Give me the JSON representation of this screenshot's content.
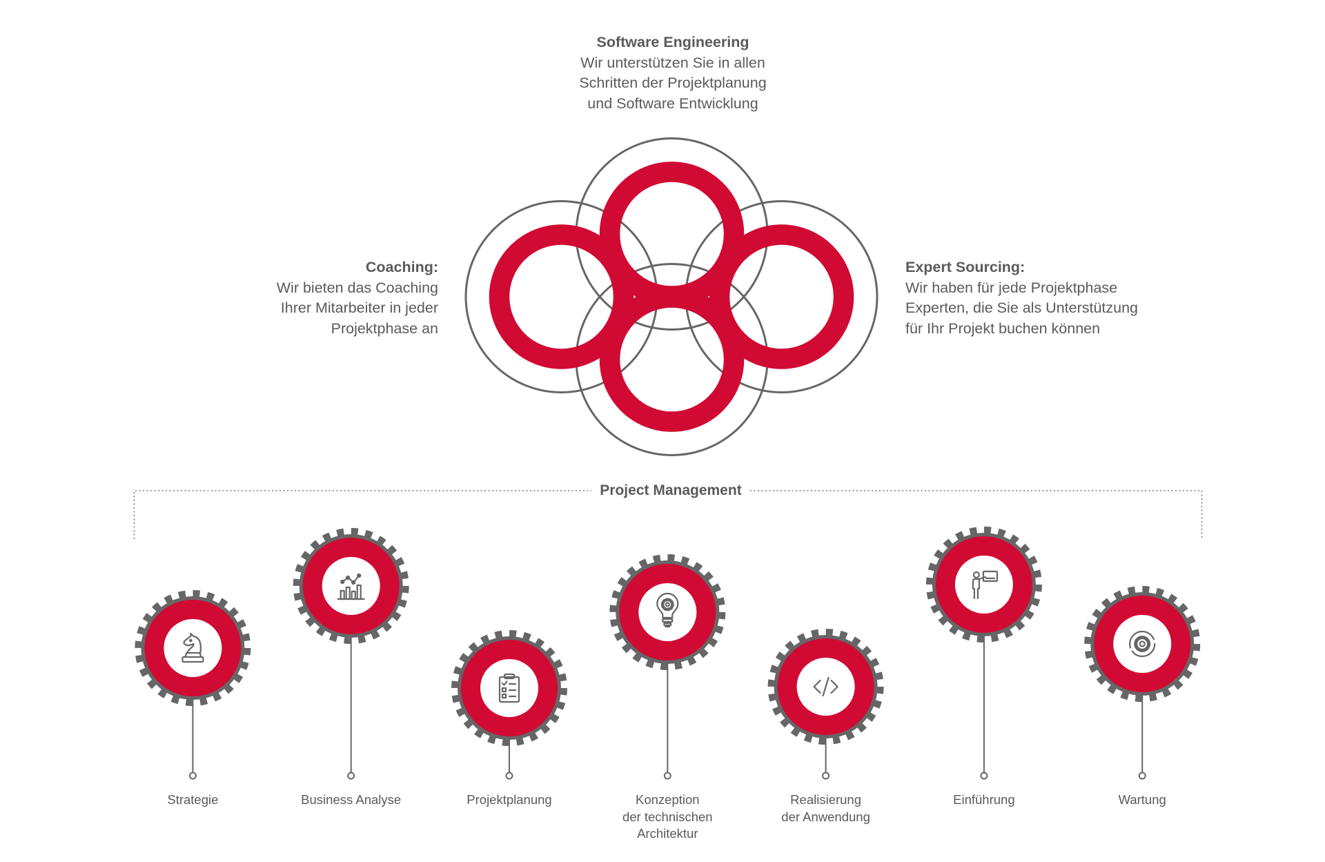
{
  "top_section": {
    "title": "Software Engineering",
    "lines": [
      "Wir unterstützen Sie in allen",
      "Schritten der Projektplanung",
      "und Software Entwicklung"
    ]
  },
  "left_section": {
    "title": "Coaching:",
    "lines": [
      "Wir bieten das Coaching",
      "Ihrer Mitarbeiter in jeder",
      "Projektphase an"
    ]
  },
  "right_section": {
    "title": "Expert Sourcing:",
    "lines": [
      "Wir haben für jede Projektphase",
      "Experten, die Sie als Unterstützung",
      "für Ihr Projekt buchen können"
    ]
  },
  "project_management": {
    "label": "Project Management"
  },
  "phases": [
    {
      "lines": [
        "Strategie"
      ],
      "icon": "chess-knight-icon"
    },
    {
      "lines": [
        "Business Analyse"
      ],
      "icon": "bar-chart-icon"
    },
    {
      "lines": [
        "Projektplanung"
      ],
      "icon": "clipboard-checklist-icon"
    },
    {
      "lines": [
        "Konzeption",
        "der technischen",
        "Architektur"
      ],
      "icon": "lightbulb-gear-icon"
    },
    {
      "lines": [
        "Realisierung",
        "der Anwendung"
      ],
      "icon": "code-icon"
    },
    {
      "lines": [
        "Einführung"
      ],
      "icon": "presenter-board-icon"
    },
    {
      "lines": [
        "Wartung"
      ],
      "icon": "maintenance-gear-icon"
    }
  ],
  "colors": {
    "accent": "#d10a33",
    "gray": "#666666",
    "text": "#5a5a5a",
    "background": "#ffffff"
  }
}
